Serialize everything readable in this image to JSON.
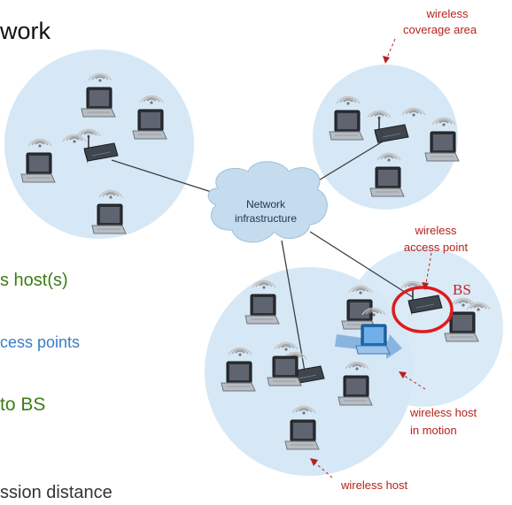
{
  "slide": {
    "title_fragment": "work",
    "bullets": [
      {
        "text": "s host(s)",
        "color": "#3d7d16"
      },
      {
        "text": "cess points",
        "color": "#3a7ec6"
      },
      {
        "text": "to BS",
        "color": "#3d7d16"
      },
      {
        "text": "ssion distance",
        "color": "#333333"
      }
    ]
  },
  "diagram": {
    "cloud_label_line1": "Network",
    "cloud_label_line2": "infrastructure",
    "bs_label": "BS",
    "annotations": {
      "coverage_line1": "wireless",
      "coverage_line2": "coverage area",
      "access_point_line1": "wireless",
      "access_point_line2": "access point",
      "host_motion_line1": "wireless host",
      "host_motion_line2": "in motion",
      "host": "wireless host"
    },
    "colors": {
      "annotation": "#b8211b",
      "bs_highlight": "#e01b1b",
      "cell": "#d6e8f6",
      "cloud": "#c4dcee"
    },
    "icons": [
      "laptop-icon",
      "access-point-icon",
      "signal-waves-icon",
      "motion-arrow-icon"
    ]
  }
}
